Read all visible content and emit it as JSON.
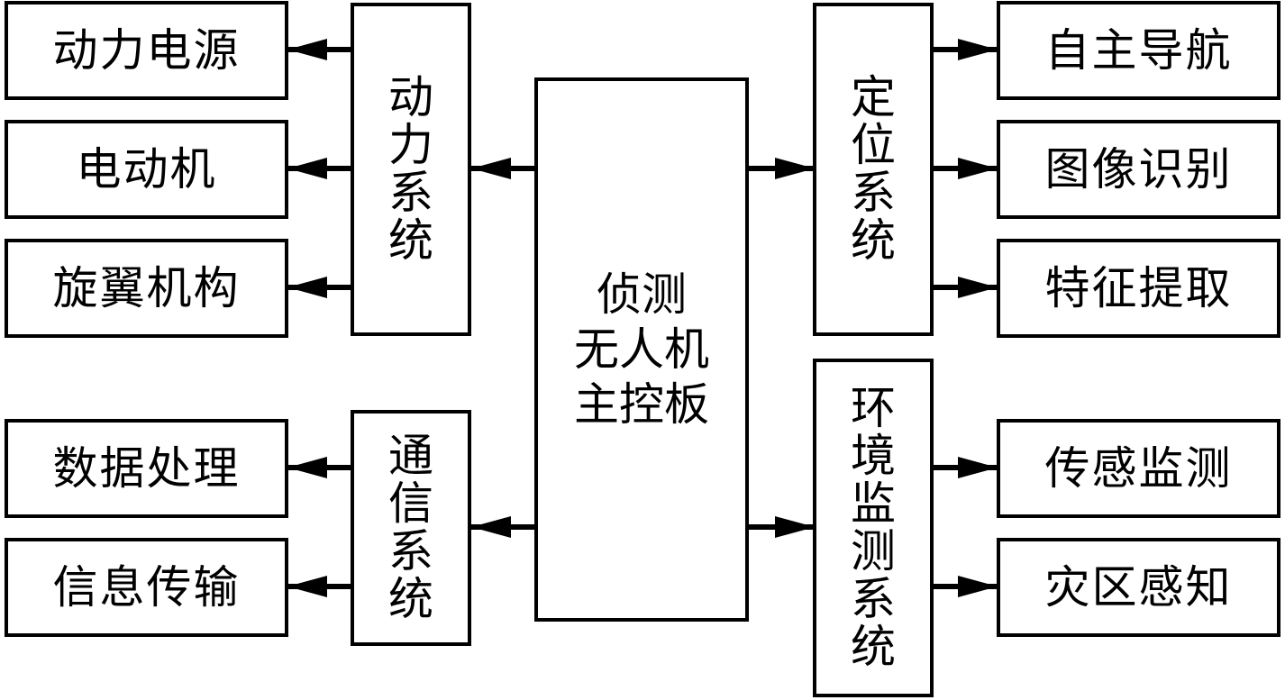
{
  "main_board": {
    "lines": [
      "侦测",
      "无人机",
      "主控板"
    ]
  },
  "power_system": {
    "label": "动力系统",
    "items": [
      "动力电源",
      "电动机",
      "旋翼机构"
    ]
  },
  "communication_system": {
    "label": "通信系统",
    "items": [
      "数据处理",
      "信息传输"
    ]
  },
  "positioning_system": {
    "label": "定位系统",
    "items": [
      "自主导航",
      "图像识别",
      "特征提取"
    ]
  },
  "environment_system": {
    "label": "环境监测系统",
    "items": [
      "传感监测",
      "灾区感知"
    ]
  },
  "colors": {
    "line": "#000000",
    "background": "#ffffff"
  }
}
